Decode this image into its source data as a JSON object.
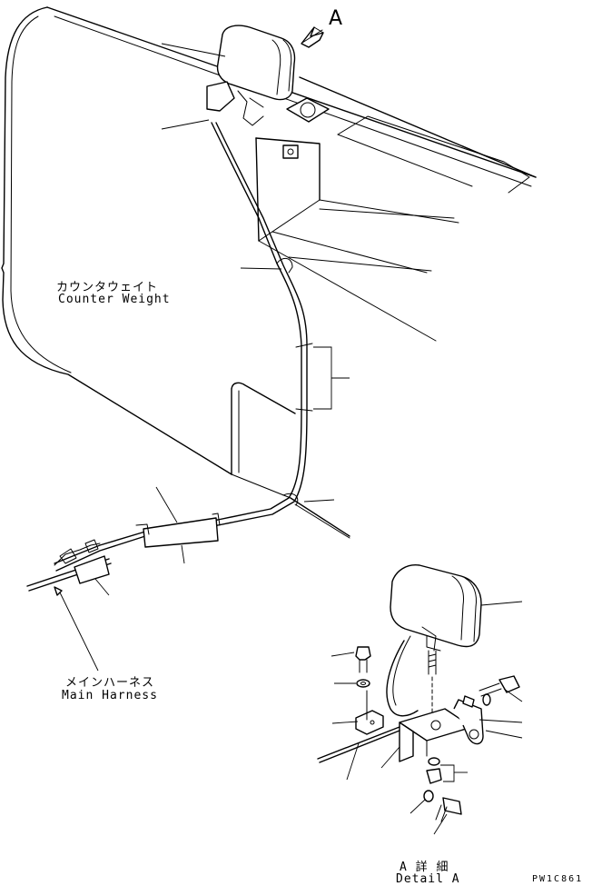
{
  "labels": {
    "view_letter": "A",
    "counterweight_jp": "カウンタウェイト",
    "counterweight_en": "Counter Weight",
    "main_harness_jp": "メインハーネス",
    "main_harness_en": "Main Harness",
    "detail_jp": "A 詳 細",
    "detail_en": "Detail A",
    "drawing_code": "PW1C861"
  }
}
